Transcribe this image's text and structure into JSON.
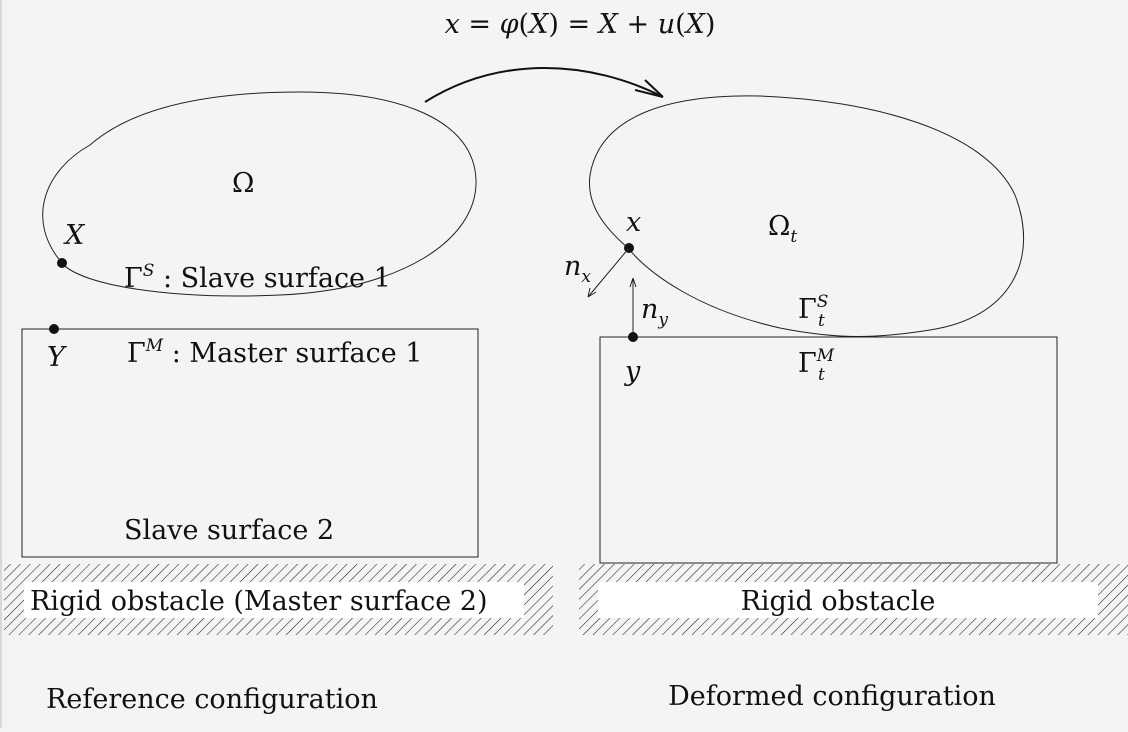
{
  "diagram": {
    "mapping": {
      "x": "x",
      "eq1": " = ",
      "phi": "φ",
      "lp1": "(",
      "X": "X",
      "rp1": ")",
      "eq2": " = ",
      "X2": "X",
      "plus": " + ",
      "u": "u",
      "lp2": "(",
      "X3": "X",
      "rp2": ")"
    },
    "reference": {
      "domain_symbol": "Ω",
      "point_X": "X",
      "point_Y": "Y",
      "slave_symbol": "Γ",
      "slave_sup": "S",
      "slave_text": " : Slave surface 1",
      "master_symbol": "Γ",
      "master_sup": "M",
      "master_text": " : Master surface 1",
      "slave2": "Slave surface 2",
      "obstacle": "Rigid obstacle (Master surface 2)",
      "caption": "Reference configuration"
    },
    "deformed": {
      "domain_symbol": "Ω",
      "domain_sub": "t",
      "point_x": "x",
      "point_y": "y",
      "normal_x": "n",
      "normal_x_sub": "x",
      "normal_y": "n",
      "normal_y_sub": "y",
      "slave_symbol": "Γ",
      "slave_sup": "S",
      "slave_sub": "t",
      "master_symbol": "Γ",
      "master_sup": "M",
      "master_sub": "t",
      "obstacle": "Rigid obstacle",
      "caption": "Deformed configuration"
    }
  }
}
